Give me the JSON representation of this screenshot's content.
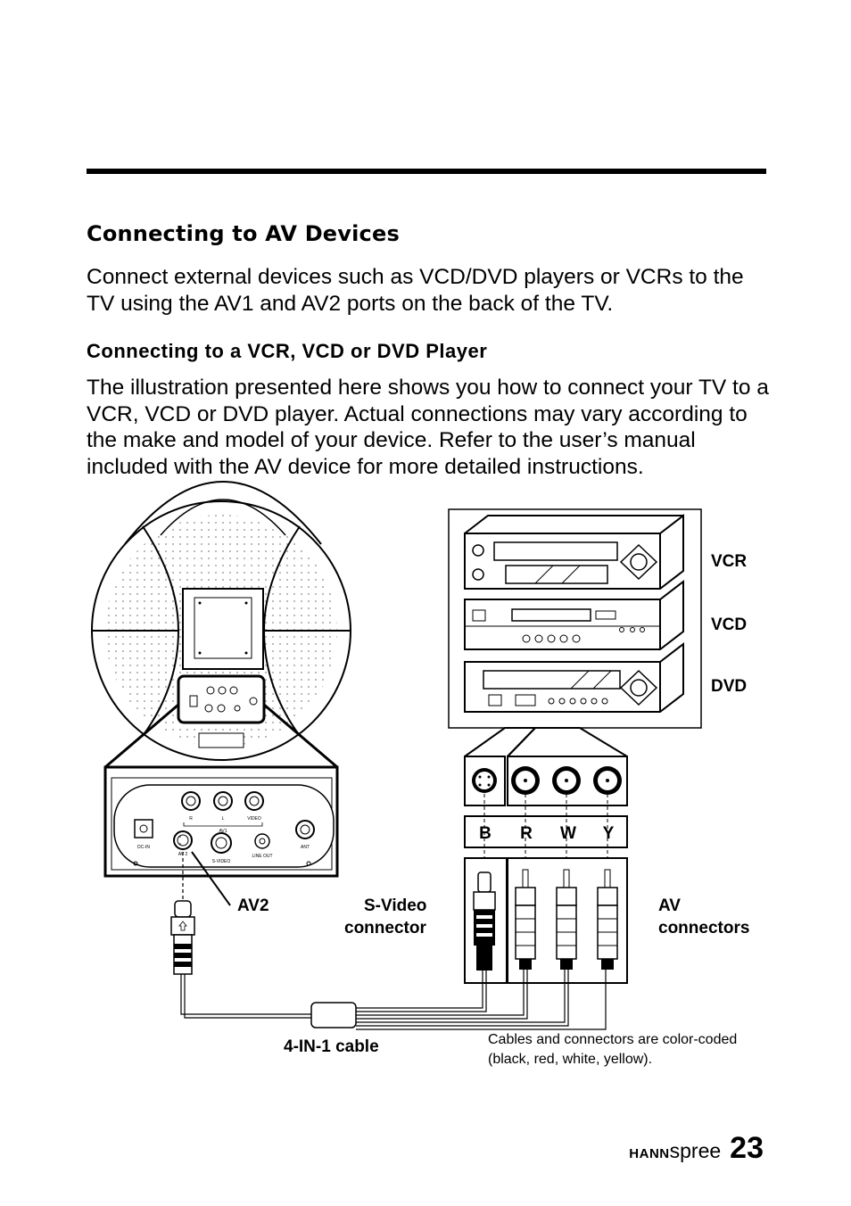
{
  "section_title": "Connecting to AV Devices",
  "intro": "Connect external devices such as VCD/DVD players or VCRs to the TV using the AV1 and AV2 ports on the back of the TV.",
  "subsection_title": "Connecting to a VCR, VCD or DVD Player",
  "body": "The illustration presented here shows you how to connect your TV to a VCR, VCD or DVD player. Actual connections may vary according to the make and model of your device. Refer to the user’s manual included with the AV device for more detailed instructions.",
  "diagram": {
    "device_labels": {
      "vcr": "VCR",
      "vcd": "VCD",
      "dvd": "DVD"
    },
    "port_letters": [
      "B",
      "R",
      "W",
      "Y"
    ],
    "callouts": {
      "av2": "AV2",
      "svideo_line1": "S-Video",
      "svideo_line2": "connector",
      "av_line1": "AV",
      "av_line2": "connectors",
      "cable": "4-IN-1 cable"
    },
    "panel_labels": {
      "r": "R",
      "l": "L",
      "video": "VIDEO",
      "av1": "AV1",
      "dcin": "DC-IN",
      "av2": "AV 2",
      "svideo": "S-VIDEO",
      "lineout": "LINE OUT",
      "ant": "ANT"
    },
    "note": "Cables and connectors are color-coded (black, red, white, yellow)."
  },
  "footer": {
    "brand_bold": "HANN",
    "brand_light": "spree",
    "page_number": "23"
  }
}
